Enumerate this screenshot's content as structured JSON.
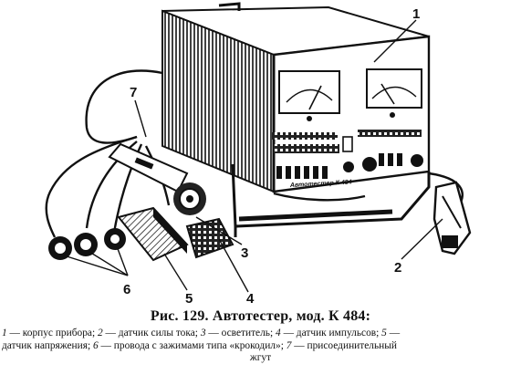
{
  "figure": {
    "callouts": [
      "1",
      "2",
      "3",
      "4",
      "5",
      "6",
      "7"
    ],
    "front_panel_label": "Автотестер К 484"
  },
  "caption": {
    "title": "Рис. 129. Автотестер, мод. К 484:",
    "legend": [
      {
        "num": "1",
        "text": " — корпус прибора; "
      },
      {
        "num": "2",
        "text": " — датчик силы тока; "
      },
      {
        "num": "3",
        "text": " — осветитель; "
      },
      {
        "num": "4",
        "text": " — датчик импульсов; "
      },
      {
        "num": "5",
        "text": " —"
      },
      {
        "num": "",
        "text": "датчик напряжения; "
      },
      {
        "num": "6",
        "text": " — провода с зажимами типа «крокодил»; "
      },
      {
        "num": "7",
        "text": " — присоединительный"
      },
      {
        "num": "",
        "text": "жгут"
      }
    ]
  }
}
